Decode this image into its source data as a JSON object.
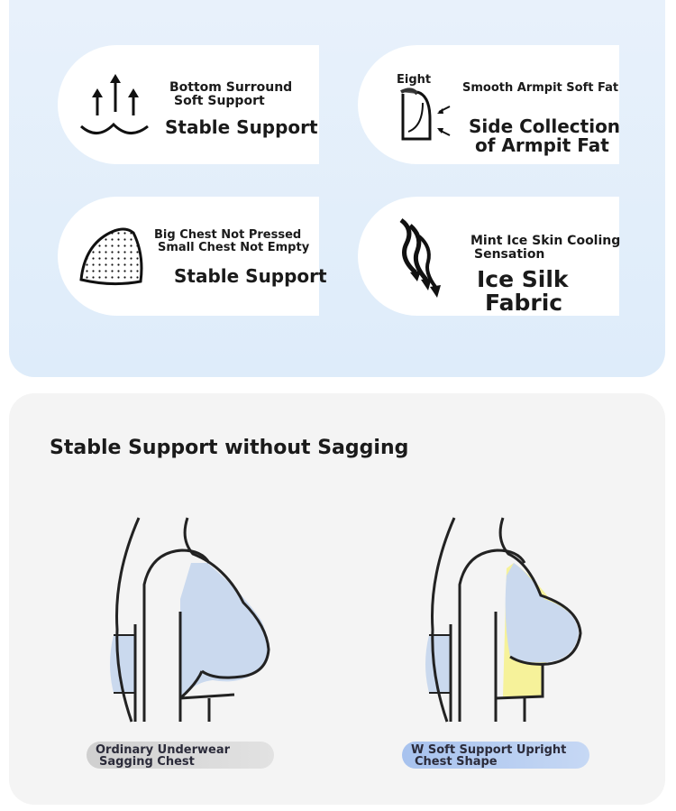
{
  "features": [
    {
      "icon": "upward-arrows-icon",
      "line1": "Bottom Surround",
      "line2": "Soft Support",
      "headline1": "Stable Support",
      "headline2": ""
    },
    {
      "icon": "armpit-profile-icon",
      "icon_label": "Eight",
      "line1": "Smooth Armpit Soft Fat",
      "line2": "",
      "headline1": "Side Collection",
      "headline2": "of Armpit Fat"
    },
    {
      "icon": "dotted-cup-icon",
      "line1": "Big Chest Not Pressed",
      "line2": "Small Chest Not Empty",
      "headline1": "Stable Support",
      "headline2": ""
    },
    {
      "icon": "cooling-wave-icon",
      "line1": "Mint Ice Skin Cooling",
      "line2": "Sensation",
      "headline1": "Ice Silk",
      "headline2": "Fabric"
    }
  ],
  "comparison": {
    "title": "Stable Support without Sagging",
    "left": {
      "line1": "Ordinary Underwear",
      "line2": "Sagging Chest"
    },
    "right": {
      "line1": "W Soft Support Upright",
      "line2": "Chest Shape"
    },
    "colors": {
      "cup_blue": "#cad9ee",
      "underband_yellow": "#f6f29a",
      "outline": "#222222"
    }
  }
}
